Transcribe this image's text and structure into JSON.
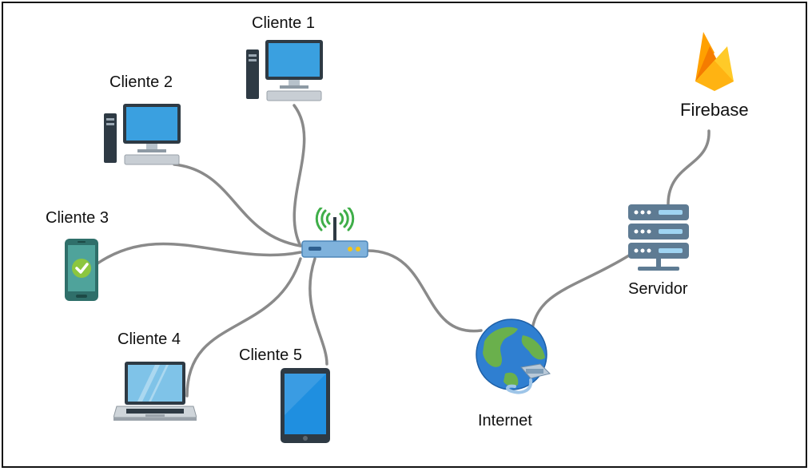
{
  "nodes": {
    "cliente1": {
      "label": "Cliente 1",
      "icon": "desktop-computer-icon"
    },
    "cliente2": {
      "label": "Cliente 2",
      "icon": "desktop-computer-icon"
    },
    "cliente3": {
      "label": "Cliente 3",
      "icon": "smartphone-check-icon"
    },
    "cliente4": {
      "label": "Cliente 4",
      "icon": "laptop-icon"
    },
    "cliente5": {
      "label": "Cliente 5",
      "icon": "tablet-icon"
    },
    "router": {
      "label": "",
      "icon": "wifi-router-icon"
    },
    "internet": {
      "label": "Internet",
      "icon": "globe-network-icon"
    },
    "servidor": {
      "label": "Servidor",
      "icon": "server-rack-icon"
    },
    "firebase": {
      "label": "Firebase",
      "icon": "firebase-flame-icon"
    }
  },
  "edges": [
    [
      "cliente1",
      "router"
    ],
    [
      "cliente2",
      "router"
    ],
    [
      "cliente3",
      "router"
    ],
    [
      "cliente4",
      "router"
    ],
    [
      "cliente5",
      "router"
    ],
    [
      "router",
      "internet"
    ],
    [
      "internet",
      "servidor"
    ],
    [
      "servidor",
      "firebase"
    ]
  ],
  "colors": {
    "link": "#8a8a8a",
    "router_body": "#7fb2dc",
    "wifi_signal": "#3fae49",
    "screen": "#3aa0e0",
    "phone_body": "#2f6f6a",
    "check": "#8cc63f",
    "server_body": "#5e7b93",
    "firebase_yellow": "#ffca28",
    "firebase_orange": "#f57c00"
  }
}
